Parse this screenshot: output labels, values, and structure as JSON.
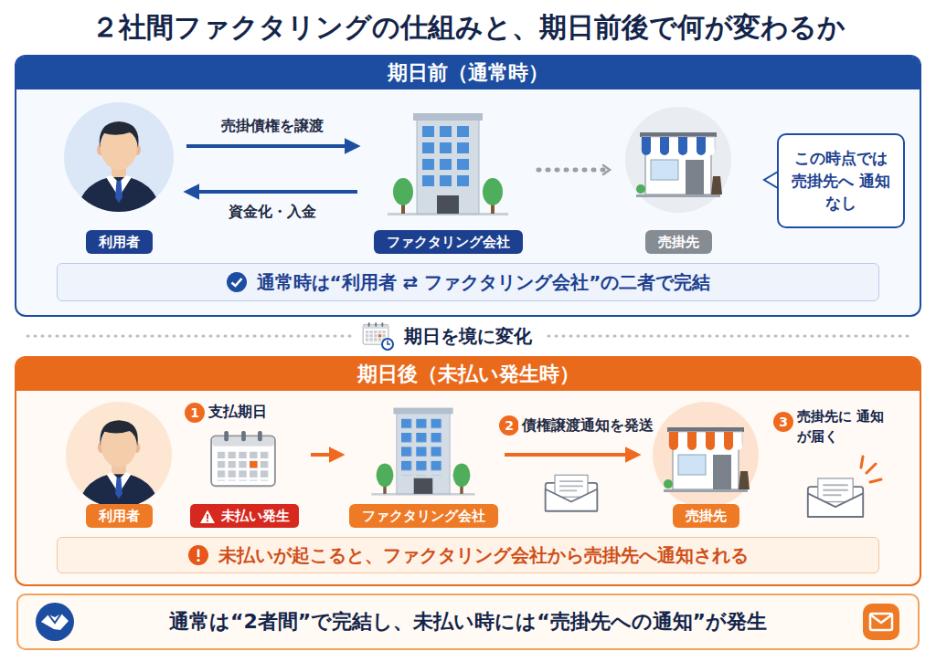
{
  "diagram": {
    "title": "２社間ファクタリングの仕組みと、期日前後で何が変わるか",
    "nodes": [
      {
        "text": [
          "期日前（通常時）"
        ]
      },
      {
        "text": [
          "利用者"
        ],
        "in": 0
      },
      {
        "text": [
          "ファクタリング会社"
        ],
        "in": 0
      },
      {
        "text": [
          "売掛先"
        ],
        "in": 0
      },
      {
        "text": [
          "この時点では 売掛先へ 通知なし"
        ],
        "in": 0
      },
      {
        "text": [
          "通常時は“利用者 ⇄ ファクタリング会社”の二者で完結"
        ],
        "in": 0
      },
      {
        "text": [
          "期日後（未払い発生時）"
        ]
      },
      {
        "text": [
          "利用者"
        ],
        "in": 6
      },
      {
        "text": [
          "支払期日",
          "未払い発生"
        ],
        "in": 6
      },
      {
        "text": [
          "ファクタリング会社"
        ],
        "in": 6
      },
      {
        "text": [
          "売掛先"
        ],
        "in": 6
      },
      {
        "text": [
          "未払いが起こると、ファクタリング会社から売掛先へ通知される"
        ],
        "in": 6
      },
      {
        "text": [
          "通常は“2者間”で完結し、未払い時には“売掛先への通知”が発生"
        ]
      }
    ],
    "edges": [
      {
        "from": 1,
        "to": 2,
        "label": "売掛債権を譲渡",
        "arrow": "to"
      },
      {
        "from": 2,
        "to": 1,
        "label": "資金化・入金",
        "arrow": "to"
      },
      {
        "from": 2,
        "to": 3,
        "arrow": "to"
      },
      {
        "from": 8,
        "to": 9,
        "arrow": "to"
      },
      {
        "from": 9,
        "to": 10,
        "label": "債権譲渡通知を発送",
        "arrow": "to"
      }
    ],
    "labels": [
      "期日を境に変化",
      "1",
      "2",
      "3",
      "売掛先に 通知が届く"
    ]
  }
}
